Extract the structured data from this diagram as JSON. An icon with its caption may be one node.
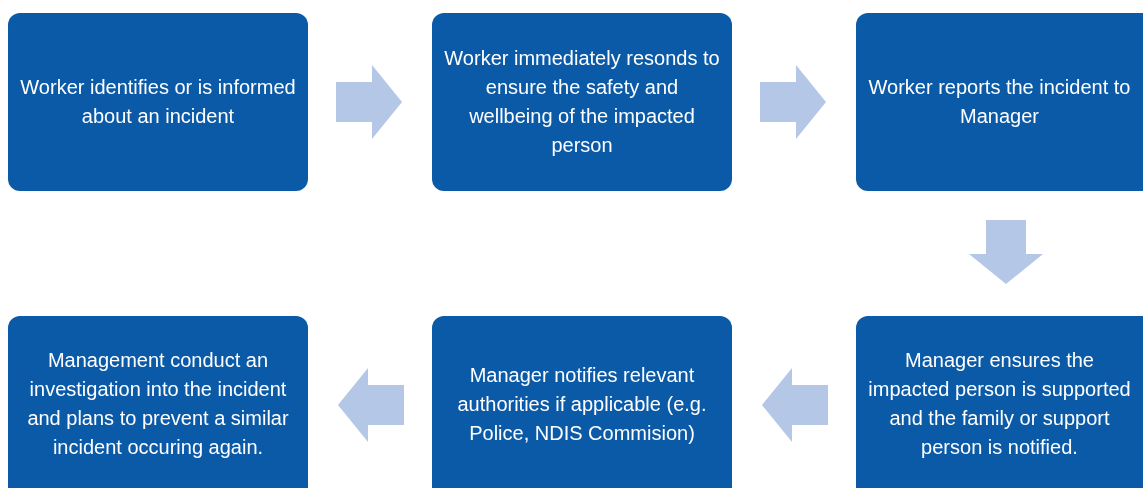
{
  "diagram": {
    "nodes": [
      {
        "text": [
          "Worker identifies or is informed about an incident"
        ]
      },
      {
        "text": [
          "Worker immediately resonds to ensure the safety and wellbeing of the impacted person"
        ]
      },
      {
        "text": [
          "Worker reports the incident to Manager"
        ]
      },
      {
        "text": [
          "Manager ensures the impacted person is supported and the family or support person is notified."
        ]
      },
      {
        "text": [
          "Manager notifies relevant authorities if applicable (e.g. Police, NDIS Commision)"
        ]
      },
      {
        "text": [
          "Management conduct an investigation into the incident and plans to prevent a similar incident occuring again."
        ]
      }
    ],
    "edges": [
      {
        "from": 0,
        "to": 1,
        "arrow": "to"
      },
      {
        "from": 1,
        "to": 2,
        "arrow": "to"
      },
      {
        "from": 2,
        "to": 3,
        "arrow": "to"
      },
      {
        "from": 3,
        "to": 4,
        "arrow": "to"
      },
      {
        "from": 4,
        "to": 5,
        "arrow": "to"
      }
    ]
  }
}
